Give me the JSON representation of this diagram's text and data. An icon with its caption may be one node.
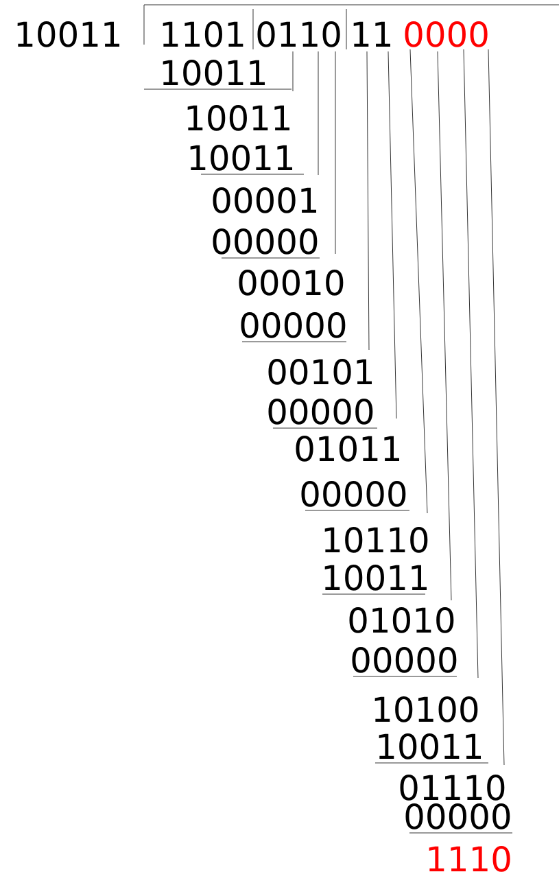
{
  "diagram": {
    "labels": [
      "10011",
      "1101",
      "0110",
      "11",
      "0000",
      "10011",
      "10011",
      "10011",
      "00001",
      "00000",
      "00010",
      "00000",
      "00101",
      "00000",
      "01011",
      "00000",
      "10110",
      "10011",
      "01010",
      "00000",
      "10100",
      "10011",
      "01110",
      "00000",
      "1110"
    ]
  }
}
